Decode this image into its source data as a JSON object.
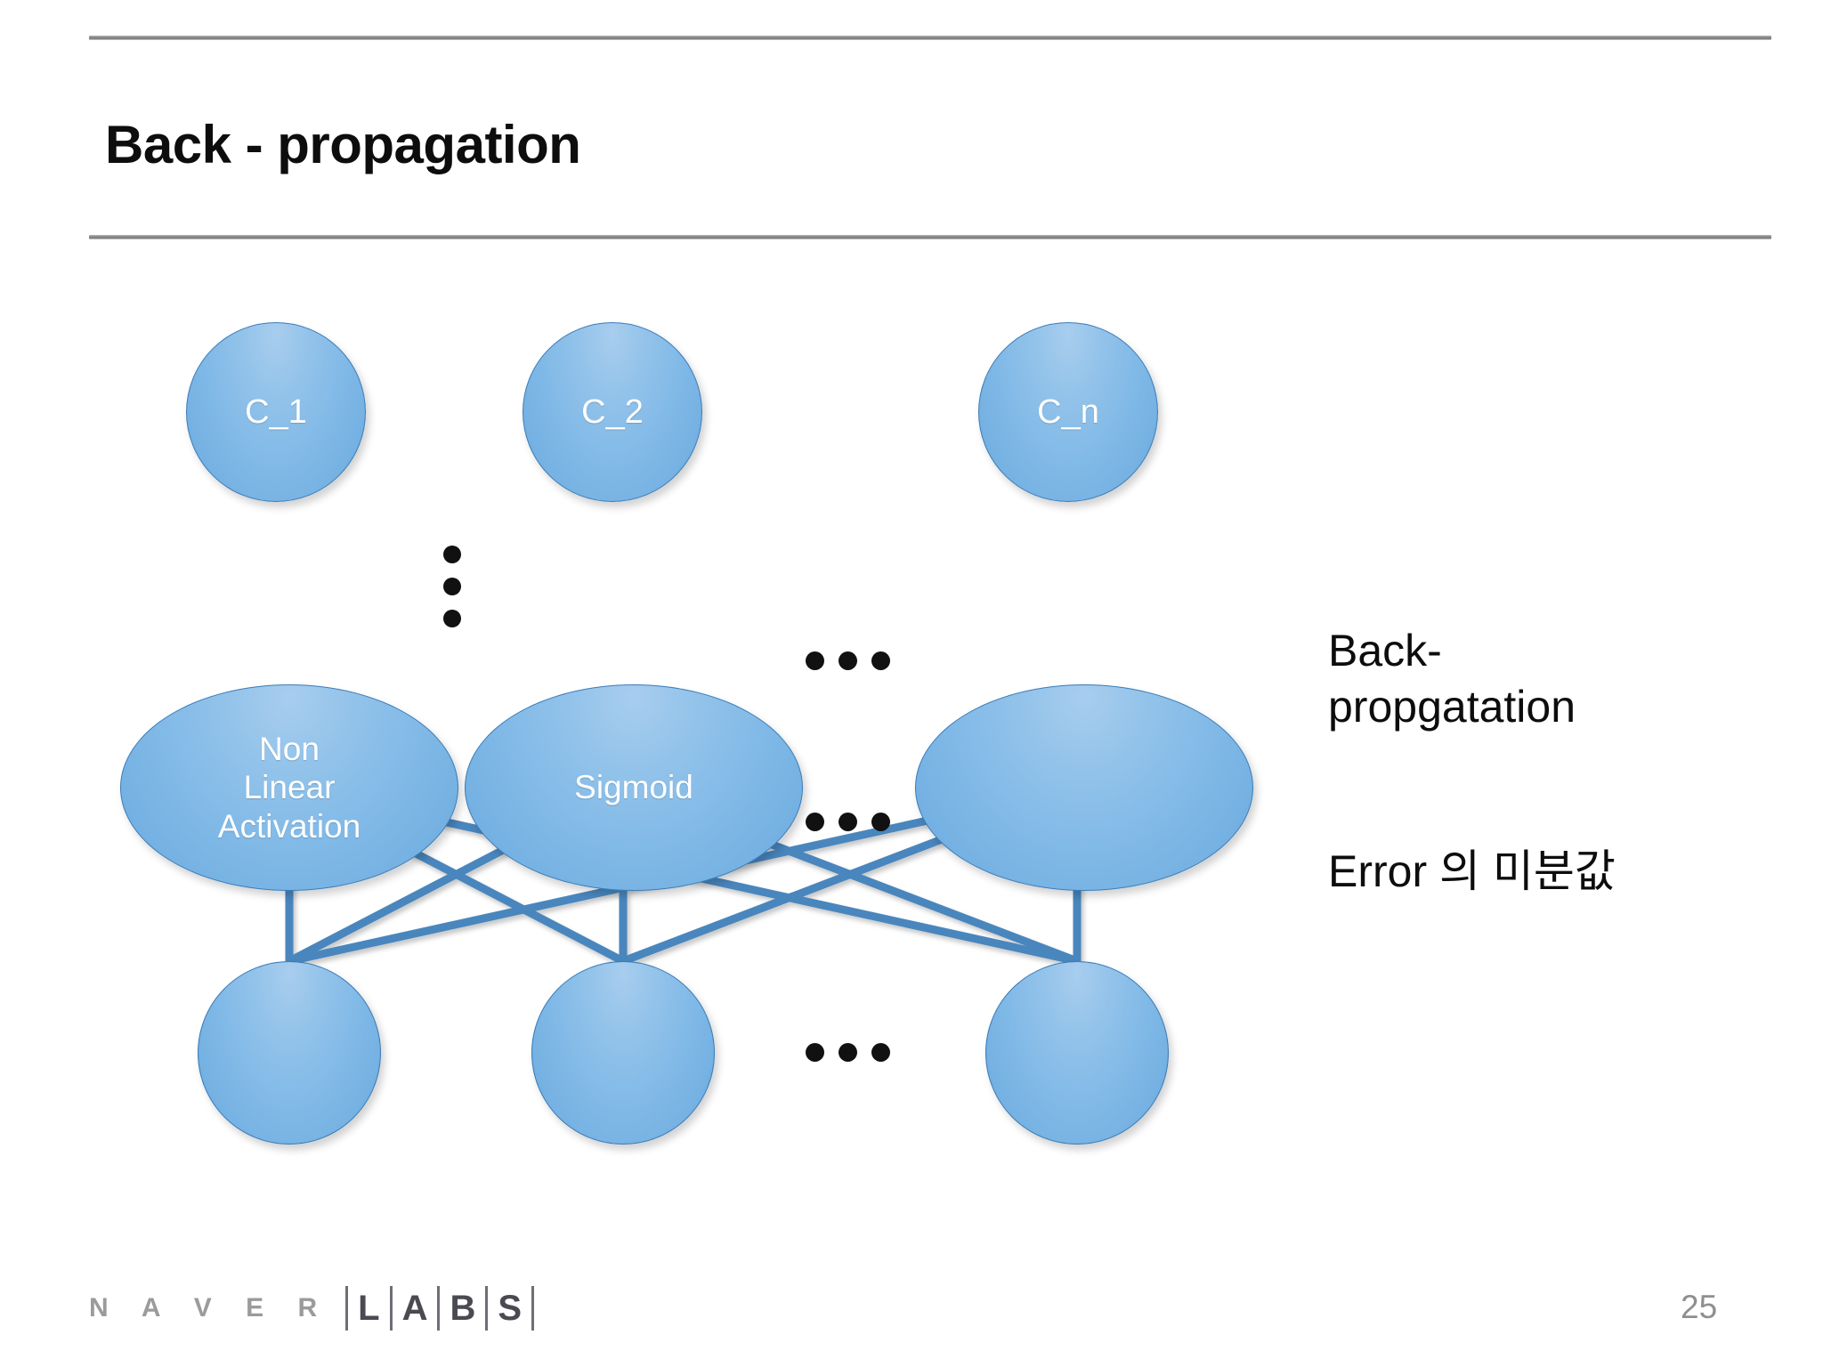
{
  "slide": {
    "title": "Back - propagation",
    "page_number": "25",
    "accent_color": "#7db7e6",
    "node_border_color": "#3a7cb8",
    "rule_color": "#8d8d8d",
    "arrow_color": "#4a86bd",
    "text_color": "#0d0d0d"
  },
  "diagram": {
    "type": "neural-network",
    "layers": [
      {
        "name": "output-layer",
        "shape": "circle",
        "nodes": [
          {
            "label": "C_1"
          },
          {
            "label": "C_2"
          },
          {
            "label": "C_n"
          }
        ],
        "ellipsis": "•••"
      },
      {
        "name": "activation-layer",
        "shape": "ellipse",
        "nodes": [
          {
            "label": "Non\nLinear\nActivation"
          },
          {
            "label": "Sigmoid"
          },
          {
            "label": ""
          }
        ],
        "ellipsis": "•••"
      },
      {
        "name": "input-layer",
        "shape": "circle",
        "nodes": [
          {
            "label": ""
          },
          {
            "label": ""
          },
          {
            "label": ""
          }
        ],
        "ellipsis": "•••"
      }
    ],
    "vertical_ellipsis": "⋮",
    "connections": "fully-connected input-layer to activation-layer, arrowheads pointing up",
    "flow_arrow": {
      "name": "back-propagation-arrow",
      "direction": "down"
    }
  },
  "annotations": {
    "line1": "Back-\npropgatation",
    "line2": "Error 의 미분값"
  },
  "footer": {
    "brand_primary": "N A V E R",
    "brand_secondary": [
      "L",
      "A",
      "B",
      "S"
    ]
  }
}
